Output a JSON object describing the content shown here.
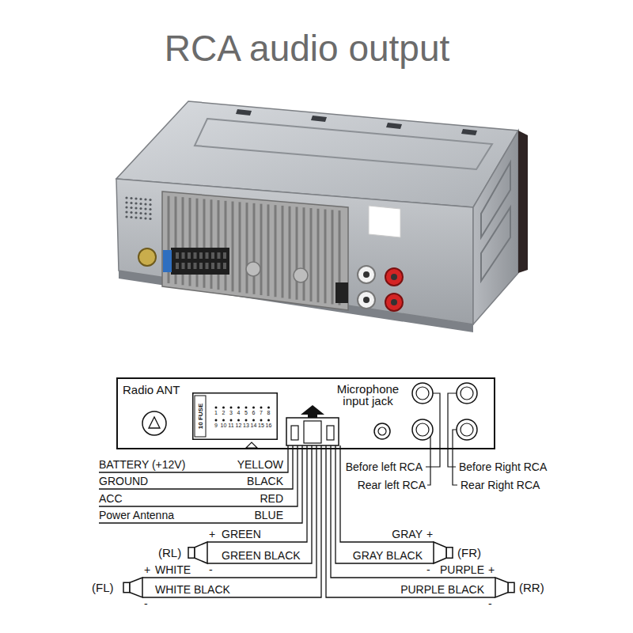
{
  "diagram": {
    "title": "RCA audio output",
    "nodes": [
      {
        "text": [
          "Radio ANT"
        ]
      },
      {
        "text": [
          "10 FUSE",
          "1",
          "2",
          "3",
          "4",
          "5",
          "6",
          "7",
          "8",
          "9",
          "10",
          "11",
          "12",
          "13",
          "14",
          "15",
          "16"
        ]
      },
      {
        "text": [
          "Microphone input jack"
        ]
      },
      {
        "text": [
          "(RL)",
          "+",
          "-"
        ]
      },
      {
        "text": [
          "(FR)",
          "+",
          "-"
        ]
      },
      {
        "text": [
          "(FL)",
          "+",
          "-"
        ]
      },
      {
        "text": [
          "(RR)",
          "+",
          "-"
        ]
      }
    ],
    "labels": [
      "Before left RCA",
      "Before Right RCA",
      "Rear left RCA",
      "Rear Right RCA",
      "BATTERY (+12V)",
      "YELLOW",
      "GROUND",
      "BLACK",
      "ACC",
      "RED",
      "Power Antenna",
      "BLUE",
      "GREEN",
      "GRAY",
      "GREEN BLACK",
      "GRAY BLACK",
      "WHITE",
      "PURPLE",
      "WHITE BLACK",
      "PURPLE BLACK"
    ]
  }
}
